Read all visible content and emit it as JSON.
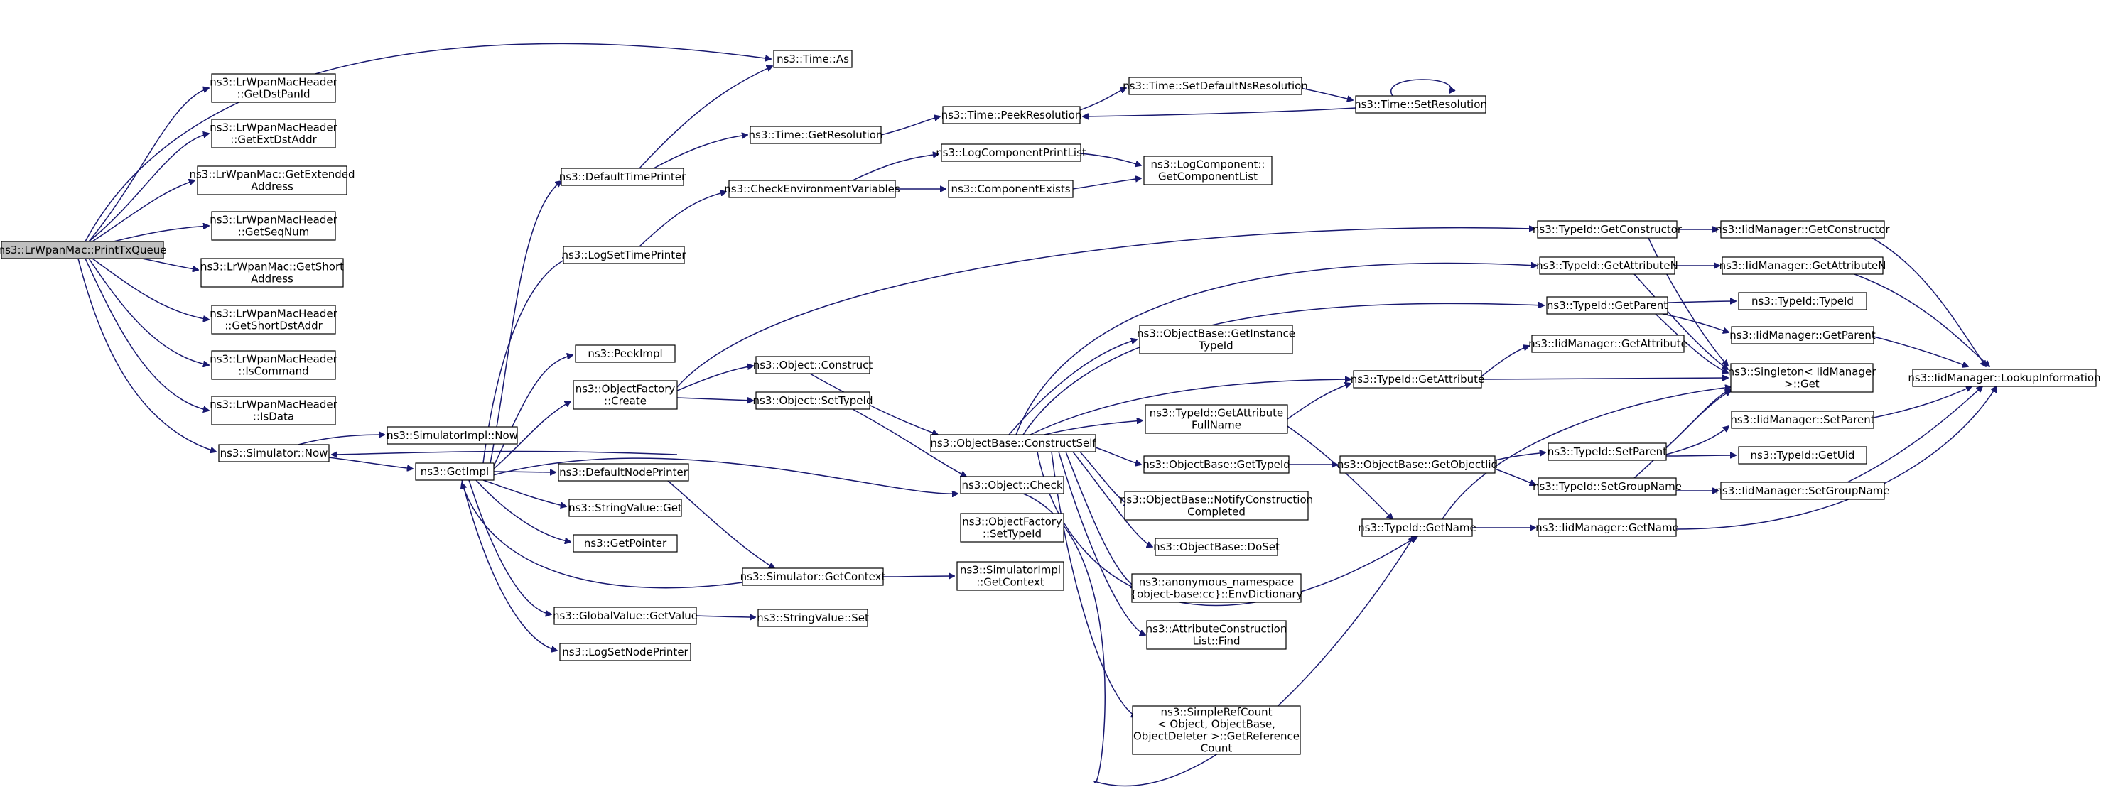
{
  "diagram": {
    "nodes": [
      {
        "id": "printtx",
        "lines": [
          "ns3::LrWpanMac::PrintTxQueue"
        ],
        "root": true
      },
      {
        "id": "getdstpanid",
        "lines": [
          "ns3::LrWpanMacHeader",
          "::GetDstPanId"
        ]
      },
      {
        "id": "getextdst",
        "lines": [
          "ns3::LrWpanMacHeader",
          "::GetExtDstAddr"
        ]
      },
      {
        "id": "getextaddr",
        "lines": [
          "ns3::LrWpanMac::GetExtended",
          "Address"
        ]
      },
      {
        "id": "getseqnum",
        "lines": [
          "ns3::LrWpanMacHeader",
          "::GetSeqNum"
        ]
      },
      {
        "id": "getshortaddr",
        "lines": [
          "ns3::LrWpanMac::GetShort",
          "Address"
        ]
      },
      {
        "id": "getshortdst",
        "lines": [
          "ns3::LrWpanMacHeader",
          "::GetShortDstAddr"
        ]
      },
      {
        "id": "iscommand",
        "lines": [
          "ns3::LrWpanMacHeader",
          "::IsCommand"
        ]
      },
      {
        "id": "isdata",
        "lines": [
          "ns3::LrWpanMacHeader",
          "::IsData"
        ]
      },
      {
        "id": "simnow",
        "lines": [
          "ns3::Simulator::Now"
        ]
      },
      {
        "id": "simimplnow",
        "lines": [
          "ns3::SimulatorImpl::Now"
        ]
      },
      {
        "id": "getimpl",
        "lines": [
          "ns3::GetImpl"
        ]
      },
      {
        "id": "timeas",
        "lines": [
          "ns3::Time::As"
        ]
      },
      {
        "id": "deftimeprinter",
        "lines": [
          "ns3::DefaultTimePrinter"
        ]
      },
      {
        "id": "getresolution",
        "lines": [
          "ns3::Time::GetResolution"
        ]
      },
      {
        "id": "peekres",
        "lines": [
          "ns3::Time::PeekResolution"
        ]
      },
      {
        "id": "setdefns",
        "lines": [
          "ns3::Time::SetDefaultNsResolution"
        ]
      },
      {
        "id": "setres",
        "lines": [
          "ns3::Time::SetResolution"
        ]
      },
      {
        "id": "logsettime",
        "lines": [
          "ns3::LogSetTimePrinter"
        ]
      },
      {
        "id": "checkenv",
        "lines": [
          "ns3::CheckEnvironmentVariables"
        ]
      },
      {
        "id": "logcompprint",
        "lines": [
          "ns3::LogComponentPrintList"
        ]
      },
      {
        "id": "compexists",
        "lines": [
          "ns3::ComponentExists"
        ]
      },
      {
        "id": "getcomplist",
        "lines": [
          "ns3::LogComponent::",
          "GetComponentList"
        ]
      },
      {
        "id": "peekimpl",
        "lines": [
          "ns3::PeekImpl"
        ]
      },
      {
        "id": "objfactcreate",
        "lines": [
          "ns3::ObjectFactory",
          "::Create"
        ]
      },
      {
        "id": "objconstruct",
        "lines": [
          "ns3::Object::Construct"
        ]
      },
      {
        "id": "objsettypeid",
        "lines": [
          "ns3::Object::SetTypeId"
        ]
      },
      {
        "id": "defnodeprinter",
        "lines": [
          "ns3::DefaultNodePrinter"
        ]
      },
      {
        "id": "strvalget",
        "lines": [
          "ns3::StringValue::Get"
        ]
      },
      {
        "id": "getpointer",
        "lines": [
          "ns3::GetPointer"
        ]
      },
      {
        "id": "simgetcontext",
        "lines": [
          "ns3::Simulator::GetContext"
        ]
      },
      {
        "id": "simimplgetctx",
        "lines": [
          "ns3::SimulatorImpl",
          "::GetContext"
        ]
      },
      {
        "id": "globalvalget",
        "lines": [
          "ns3::GlobalValue::GetValue"
        ]
      },
      {
        "id": "strvalset",
        "lines": [
          "ns3::StringValue::Set"
        ]
      },
      {
        "id": "logsetnode",
        "lines": [
          "ns3::LogSetNodePrinter"
        ]
      },
      {
        "id": "objcheck",
        "lines": [
          "ns3::Object::Check"
        ]
      },
      {
        "id": "objfactsettype",
        "lines": [
          "ns3::ObjectFactory",
          "::SetTypeId"
        ]
      },
      {
        "id": "constructself",
        "lines": [
          "ns3::ObjectBase::ConstructSelf"
        ]
      },
      {
        "id": "getinsttypeid",
        "lines": [
          "ns3::ObjectBase::GetInstance",
          "TypeId"
        ]
      },
      {
        "id": "getattrfull",
        "lines": [
          "ns3::TypeId::GetAttribute",
          "FullName"
        ]
      },
      {
        "id": "obgettypeid",
        "lines": [
          "ns3::ObjectBase::GetTypeId"
        ]
      },
      {
        "id": "notifyconstr",
        "lines": [
          "ns3::ObjectBase::NotifyConstruction",
          "Completed"
        ]
      },
      {
        "id": "doset",
        "lines": [
          "ns3::ObjectBase::DoSet"
        ]
      },
      {
        "id": "envdict",
        "lines": [
          "ns3::anonymous_namespace",
          "{object-base:cc}::EnvDictionary"
        ]
      },
      {
        "id": "attrfind",
        "lines": [
          "ns3::AttributeConstruction",
          "List::Find"
        ]
      },
      {
        "id": "simplerefcount",
        "lines": [
          "ns3::SimpleRefCount",
          "< Object, ObjectBase,",
          "ObjectDeleter >::GetReference",
          "Count"
        ]
      },
      {
        "id": "tgetconstructor",
        "lines": [
          "ns3::TypeId::GetConstructor"
        ]
      },
      {
        "id": "tgetattrn",
        "lines": [
          "ns3::TypeId::GetAttributeN"
        ]
      },
      {
        "id": "tgetparent",
        "lines": [
          "ns3::TypeId::GetParent"
        ]
      },
      {
        "id": "tgetattribute",
        "lines": [
          "ns3::TypeId::GetAttribute"
        ]
      },
      {
        "id": "obgetobjectiid",
        "lines": [
          "ns3::ObjectBase::GetObjectIid"
        ]
      },
      {
        "id": "tgetname",
        "lines": [
          "ns3::TypeId::GetName"
        ]
      },
      {
        "id": "tsetparent",
        "lines": [
          "ns3::TypeId::SetParent"
        ]
      },
      {
        "id": "tsetgroupname",
        "lines": [
          "ns3::TypeId::SetGroupName"
        ]
      },
      {
        "id": "iidgetconstructor",
        "lines": [
          "ns3::IidManager::GetConstructor"
        ]
      },
      {
        "id": "iidgetattrn",
        "lines": [
          "ns3::IidManager::GetAttributeN"
        ]
      },
      {
        "id": "ttypeid",
        "lines": [
          "ns3::TypeId::TypeId"
        ]
      },
      {
        "id": "iidgetparent",
        "lines": [
          "ns3::IidManager::GetParent"
        ]
      },
      {
        "id": "iidgetattribute",
        "lines": [
          "ns3::IidManager::GetAttribute"
        ]
      },
      {
        "id": "singleton",
        "lines": [
          "ns3::Singleton< IidManager",
          " >::Get"
        ]
      },
      {
        "id": "iidsetparent",
        "lines": [
          "ns3::IidManager::SetParent"
        ]
      },
      {
        "id": "tgetuid",
        "lines": [
          "ns3::TypeId::GetUid"
        ]
      },
      {
        "id": "iidsetgroupname",
        "lines": [
          "ns3::IidManager::SetGroupName"
        ]
      },
      {
        "id": "iidgetname",
        "lines": [
          "ns3::IidManager::GetName"
        ]
      },
      {
        "id": "lookupinfo",
        "lines": [
          "ns3::IidManager::LookupInformation"
        ]
      }
    ]
  }
}
